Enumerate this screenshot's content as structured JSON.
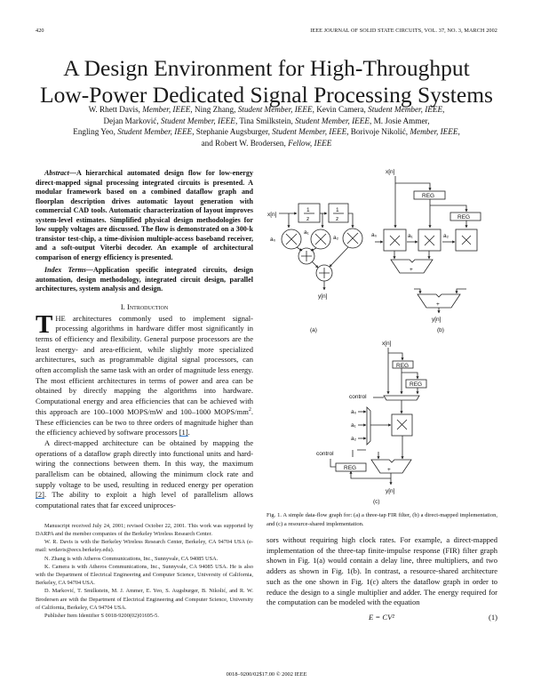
{
  "header": {
    "page_number": "420",
    "journal": "IEEE JOURNAL OF SOLID STATE CIRCUITS, VOL. 37, NO. 3, MARCH 2002"
  },
  "title": {
    "line1": "A Design Environment for High-Throughput",
    "line2": "Low-Power Dedicated Signal Processing Systems"
  },
  "authors": {
    "line1": [
      {
        "name": "W. Rhett Davis, ",
        "role": "Member, IEEE"
      },
      {
        "name": ", Ning Zhang, ",
        "role": "Student Member, IEEE"
      },
      {
        "name": ", Kevin Camera, ",
        "role": "Student Member, IEEE"
      },
      {
        "name": ",",
        "role": ""
      }
    ],
    "line2": [
      {
        "name": "Dejan Marković, ",
        "role": "Student Member, IEEE"
      },
      {
        "name": ", Tina Smilkstein, ",
        "role": "Student Member, IEEE"
      },
      {
        "name": ", M. Josie Ammer,",
        "role": ""
      }
    ],
    "line3": [
      {
        "name": "Engling Yeo, ",
        "role": "Student Member, IEEE"
      },
      {
        "name": ", Stephanie Augsburger, ",
        "role": "Student Member, IEEE"
      },
      {
        "name": ", Borivoje Nikolić, ",
        "role": "Member, IEEE"
      },
      {
        "name": ",",
        "role": ""
      }
    ],
    "line4": [
      {
        "name": "and Robert W. Brodersen, ",
        "role": "Fellow, IEEE"
      }
    ]
  },
  "abstract": {
    "label": "Abstract—",
    "text": "A hierarchical automated design flow for low-energy direct-mapped signal processing integrated circuits is presented. A modular framework based on a combined dataflow graph and floorplan description drives automatic layout generation with commercial CAD tools. Automatic characterization of layout improves system-level estimates. Simplified physical design methodologies for low supply voltages are discussed. The flow is demonstrated on a 300-k transistor test-chip, a time-division multiple-access baseband receiver, and a soft-output Viterbi decoder. An example of architectural comparison of energy efficiency is presented.",
    "index_label": "Index Terms—",
    "index_text": "Application specific integrated circuits, design automation, design methodology, integrated circuit design, parallel architectures, system analysis and design."
  },
  "section": {
    "number": "I.",
    "title": "Introduction"
  },
  "intro": {
    "dropcap": "T",
    "p1_start": "HE architectures commonly used to implement signal-processing algorithms in hardware differ most significantly in terms of efficiency and flexibility. General purpose processors are the least energy- and area-efficient, while slightly more specialized architectures, such as programmable digital signal processors, can often accomplish the same task with an order of magnitude less energy. The most efficient architectures in terms of power and area can be obtained by directly mapping the algorithms into hardware. Computational energy and area efficiencies that can be achieved with this approach are 100–1000 MOPS/mW and 100–1000 MOPS/mm",
    "p1_sup": "2",
    "p1_end": ". These efficiencies can be two to three orders of magnitude higher than the efficiency achieved by software processors ",
    "p1_cite": "[1]",
    "p1_tail": ".",
    "p2_start": "A direct-mapped architecture can be obtained by mapping the operations of a dataflow graph directly into functional units and hard-wiring the connections between them. In this way, the maximum parallelism can be obtained, allowing the minimum clock rate and supply voltage to be used, resulting in reduced energy per operation ",
    "p2_cite": "[2]",
    "p2_end": ". The ability to exploit a high level of parallelism allows computational rates that far exceed uniproces-"
  },
  "right_body": {
    "p1": "sors without requiring high clock rates. For example, a direct-mapped implementation of the three-tap finite-impulse response (FIR) filter graph shown in Fig. 1(a) would contain a delay line, three multipliers, and two adders as shown in Fig. 1(b). In contrast, a resource-shared architecture such as the one shown in Fig. 1(c) alters the dataflow graph in order to reduce the design to a single multiplier and adder. The energy required for the computation can be modeled with the equation",
    "equation": "E = CV²",
    "equation_number": "(1)"
  },
  "figure": {
    "caption": "Fig. 1.  A simple data-flow graph for: (a) a three-tap FIR filter, (b) a direct-mapped implementation, and (c) a resource-shared implementation.",
    "a": {
      "label": "(a)",
      "input": "x[n]",
      "output": "y[n]",
      "delay": "1",
      "delay_den": "z",
      "coef0": "a₀",
      "coef1": "a₁",
      "coef2": "a₂"
    },
    "b": {
      "label": "(b)",
      "input": "x[n]",
      "output": "y[n]",
      "reg1": "REG",
      "reg2": "REG",
      "coef0": "a₀",
      "coef1": "a₁",
      "coef2": "a₂"
    },
    "c": {
      "label": "(c)",
      "input": "x[n]",
      "output": "y[n]",
      "reg1": "REG",
      "reg2": "REG",
      "reg3": "REG",
      "control1": "control",
      "control2": "control",
      "coef0": "a₀",
      "coef1": "a₁",
      "coef2": "a₂"
    }
  },
  "footnotes": [
    "Manuscript received July 24, 2001; revised October 22, 2001. This work was supported by DARPA and the member companies of the Berkeley Wireless Research Center.",
    "W. R. Davis is with the Berkeley Wireless Research Center, Berkeley, CA 94704 USA (e-mail: wrdavis@eecs.berkeley.edu).",
    "N. Zhang is with Atheros Communications, Inc., Sunnyvale, CA 94085 USA.",
    "K. Camera is with Atheros Communications, Inc., Sunnyvale, CA 94085 USA. He is also with the Department of Electrical Engineering and Computer Science, University of California, Berkeley, CA 94704 USA.",
    "D. Marković, T. Smilkstein, M. J. Ammer, E. Yeo, S. Augsburger, B. Nikolić, and R. W. Brodersen are with the Department of Electrical Engineering and Computer Science, University of California, Berkeley, CA 94704 USA.",
    "Publisher Item Identifier S 0018-9200(02)01695-5."
  ],
  "footer": "0018–9200/02$17.00 © 2002 IEEE"
}
